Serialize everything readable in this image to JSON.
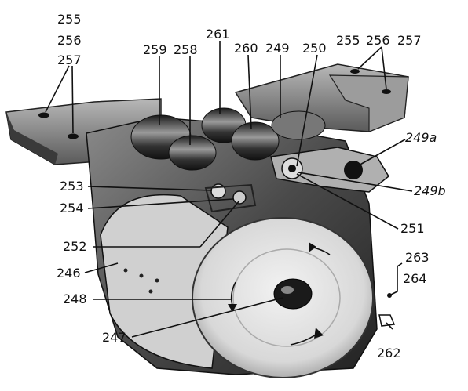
{
  "labels": {
    "l255a": "255",
    "l256a": "256",
    "l257a": "257",
    "l259": "259",
    "l258": "258",
    "l261": "261",
    "l260": "260",
    "l249": "249",
    "l250": "250",
    "l255b": "255",
    "l256b": "256",
    "l257b": "257",
    "l249a": "249a",
    "l249b": "249b",
    "l253": "253",
    "l254": "254",
    "l251": "251",
    "l252": "252",
    "l263": "263",
    "l264": "264",
    "l246": "246",
    "l248": "248",
    "l247": "247",
    "l262": "262"
  },
  "colors": {
    "metal_dark": "#2a2a2a",
    "metal_mid": "#6b6b6b",
    "metal_light": "#c9c9c9",
    "disc": "#e4e4e4"
  }
}
